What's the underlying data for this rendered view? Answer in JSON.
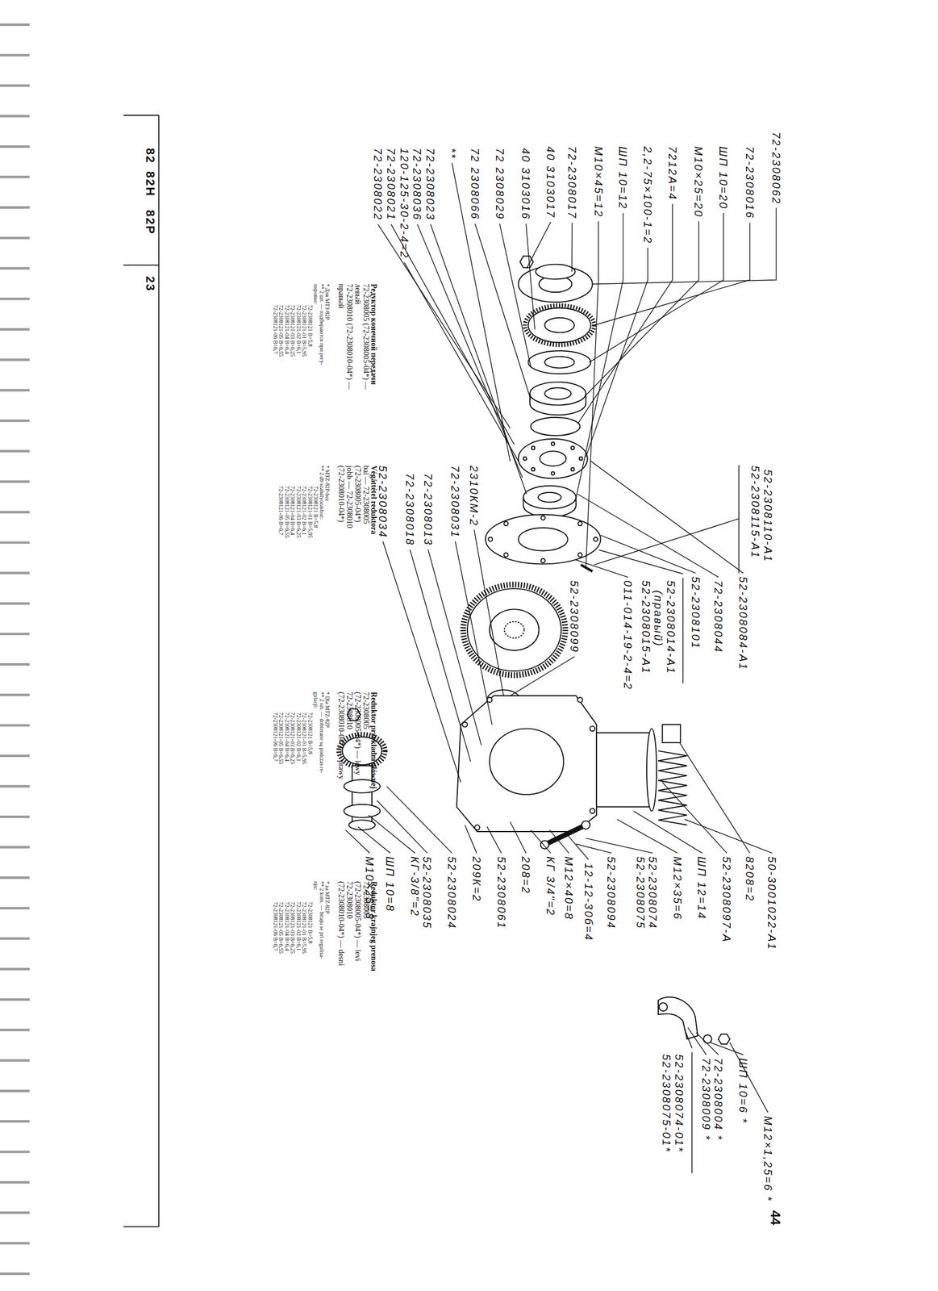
{
  "diagram": {
    "labels": [
      "72-2308062",
      "72-2308016",
      "ШП 10=20",
      "М10×25=20",
      "7212А=4",
      "2,2-75×100-1=2",
      "ШП 10=12",
      "М10×45=12",
      "72-2308017",
      "40 3103017",
      "40 3103016",
      "72 2308029",
      "72 2308066",
      "**",
      "72-2308023",
      "72-2308036",
      "120-125-30-2-4=2",
      "72-2308021",
      "72-2308022",
      "52-2308110-А1",
      "52-2308115-А1",
      "52-2308084-А1",
      "72-2308044",
      "52-2308101",
      "52-2308014-А1",
      "(правый)",
      "52-2308015-А1",
      "011-014-19-2-4=2",
      "52-2308099",
      "2310КМ-2",
      "72-2308031",
      "72-2308013",
      "72-2308018",
      "52-2308034",
      "50-3001022-А1",
      "8208=2",
      "52-2308097-А",
      "ШП 12=14",
      "М12×35=6",
      "52-2308074",
      "52-2308075",
      "52-2308094",
      "12-12-30б=4",
      "М12×40=8",
      "КГ 3/4\"=2",
      "208=2",
      "52-2308061",
      "209К=2",
      "52-2308024",
      "52-2308035",
      "КГ-3/8\"=2",
      "ШП 10=8",
      "М10×25=8",
      "М12×1,25=6 *",
      "ШП 10=6 *",
      "72-2308004 *",
      "72-2308009 *",
      "52-2308074-01*",
      "52-2308075-01*",
      "44",
      "82",
      "82Н",
      "82Р",
      "23",
      "Редуктор конечной передачи",
      "72-2308005 (72-2308005-04*) —",
      "левый",
      "72-2308010 (72-2308010-04*) —",
      "правый",
      "* Для МТЗ-82Р",
      "** 2 шт. — подбираются при регу-",
      "лировке:",
      "72-2308121 В=5,8",
      "72-2308121-01 В=5,95",
      "72-2308121-02 В=6,1",
      "72-2308121-03 В=6,25",
      "72-2308121-04 В=6,4",
      "72-2308121-05 В=6,55",
      "72-2308121-06 В=6,7",
      "Végáttétel reduktora",
      "bal — 72-2308005",
      "(72-2308005-04*)",
      "jobb — 72-2308010",
      "(72-2308010-04*)",
      "* MTZ-82P-hez",
      "** 2 db szabályozáshoz:",
      "72-2308121 B=5,8",
      "72-2308121-01 B=5,95",
      "72-2308121-02 B=6,1",
      "72-2308121-03 B=6,25",
      "72-2308121-04 B=6,4",
      "72-2308121-05 B=6,55",
      "72-2308121-06 B=6,7",
      "Reduktor przekładni głównej",
      "72-2308005",
      "(72-2308005-04*) — lewy",
      "72-2308010",
      "(72-2308010-04*) — prawy",
      "* Dla MTZ-82P",
      "** 2 szt. — dobierane są podczas re-",
      "gulacji:",
      "72-2308121 B=5,8",
      "72-2308121-01 B=5,95",
      "72-2308121-02 B=6,1",
      "72-2308121-03 B=6,25",
      "72-2308121-04 B=6,4",
      "72-2308121-05 B=6,55",
      "72-2308121-06 B=6,7",
      "Reduktor krajnjeg prenosa",
      "72-2308005",
      "(72-2308005-04*) — levi",
      "72-2308010",
      "(72-2308010-04*) — desni",
      "* za MTZ-82P",
      "** 2 kom. — biraju se pri regulisa-",
      "nju:",
      "72-2308121 B=5,8",
      "72-2308121-01 B=5,95",
      "72-2308121-02 B=6,1",
      "72-2308121-03 B=6,25",
      "72-2308121-04 B=6,4",
      "72-2308121-05 B=6,55",
      "72-2308121-06 B=6,7"
    ]
  }
}
